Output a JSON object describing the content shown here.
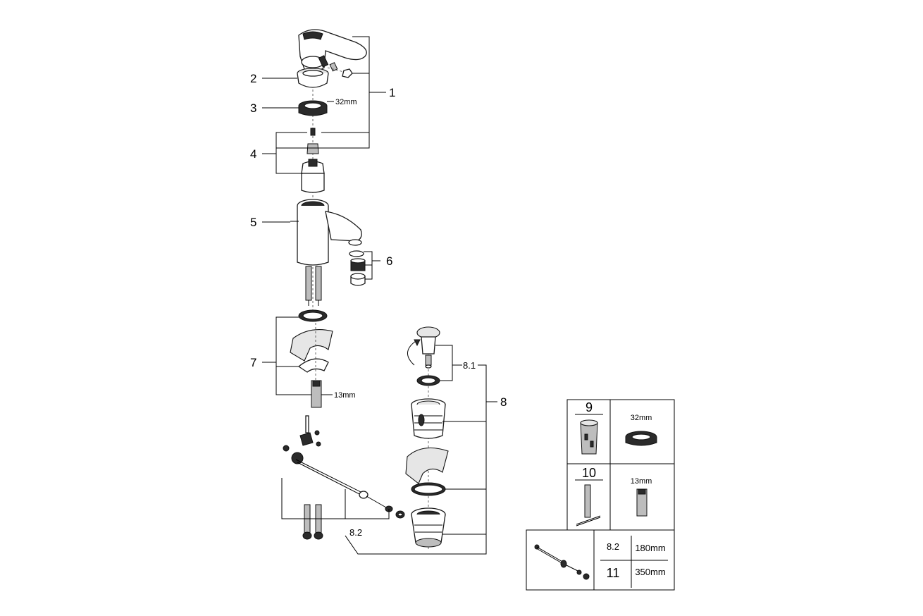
{
  "callouts": {
    "c1": "1",
    "c2": "2",
    "c3": "3",
    "c4": "4",
    "c5": "5",
    "c6": "6",
    "c7": "7",
    "c8": "8",
    "c8_1": "8.1",
    "c8_2": "8.2"
  },
  "dimensions": {
    "nut_32": "32mm",
    "spindle_13": "13mm"
  },
  "parts_table": {
    "row9_label": "9",
    "row9_dim": "32mm",
    "row10_label": "10",
    "row10_dim": "13mm",
    "rod_rows": [
      {
        "label": "8.2",
        "length": "180mm"
      },
      {
        "label": "11",
        "length": "350mm"
      }
    ]
  }
}
